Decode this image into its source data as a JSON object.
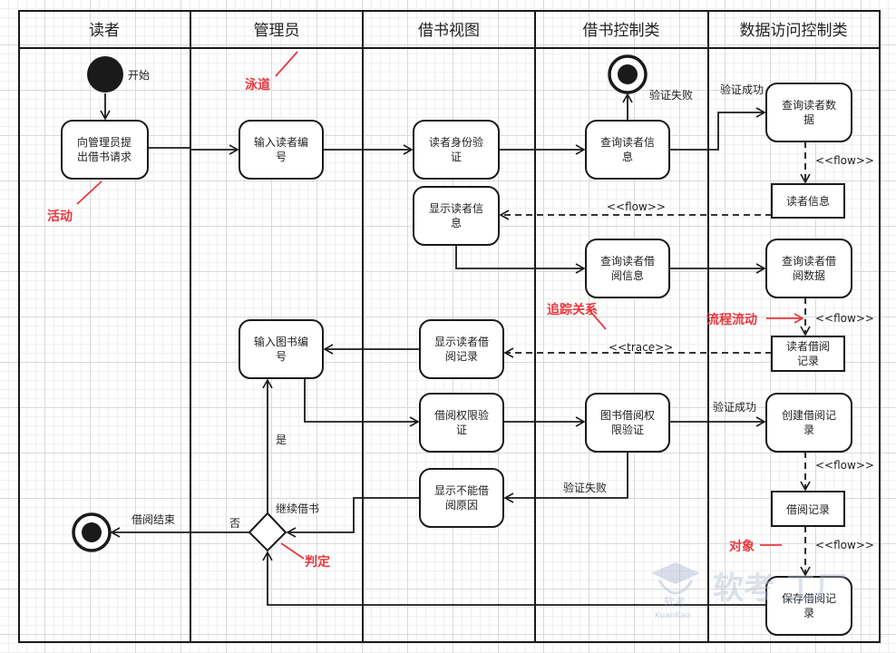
{
  "lanes": [
    "读者",
    "管理员",
    "借书视图",
    "借书控制类",
    "数据访问控制类"
  ],
  "start": {
    "label": "开始"
  },
  "activities": {
    "request": [
      "向管理员提",
      "出借书请求"
    ],
    "input_reader": [
      "输入读者编",
      "号"
    ],
    "verify_identity": [
      "读者身份验",
      "证"
    ],
    "query_reader_info": [
      "查询读者信",
      "息"
    ],
    "query_reader_data": [
      "查询读者数",
      "据"
    ],
    "show_reader_info": [
      "显示读者信",
      "息"
    ],
    "query_borrow_info": [
      "查询读者借",
      "阅信息"
    ],
    "query_borrow_data": [
      "查询读者借",
      "阅数据"
    ],
    "input_book": [
      "输入图书编",
      "号"
    ],
    "show_borrow_record": [
      "显示读者借",
      "阅记录"
    ],
    "check_permission": [
      "借阅权限验",
      "证"
    ],
    "check_book_permission": [
      "图书借阅权",
      "限验证"
    ],
    "create_record": [
      "创建借阅记",
      "录"
    ],
    "show_reason": [
      "显示不能借",
      "阅原因"
    ],
    "save_record": [
      "保存借阅记",
      "录"
    ]
  },
  "objects": {
    "reader_info": [
      "读者信息"
    ],
    "reader_borrow_record": [
      "读者借阅",
      "记录"
    ],
    "borrow_record": [
      "借阅记录"
    ]
  },
  "edge_labels": {
    "verify_fail_top": "验证失败",
    "verify_success_top": "验证成功",
    "flow1": "<<flow>>",
    "flow2": "<<flow>>",
    "flow3": "<<flow>>",
    "flow4": "<<flow>>",
    "flow5": "<<flow>>",
    "trace": "<<trace>>",
    "verify_success_bottom": "验证成功",
    "verify_fail_bottom": "验证失败",
    "continue": "继续借书",
    "yes": "是",
    "no": "否",
    "end": "借阅结束"
  },
  "annotations": {
    "swimlane": "泳道",
    "activity": "活动",
    "trace_relation": "追踪关系",
    "process_flow": "流程流动",
    "decision": "判定",
    "object": "对象"
  },
  "watermark": {
    "brand": "软考",
    "subtitle": "KuanKao",
    "text": "软考 工厂"
  },
  "colors": {
    "line": "#1a1a1a",
    "annotation": "#e8383d",
    "watermark": "#aab8cf"
  }
}
